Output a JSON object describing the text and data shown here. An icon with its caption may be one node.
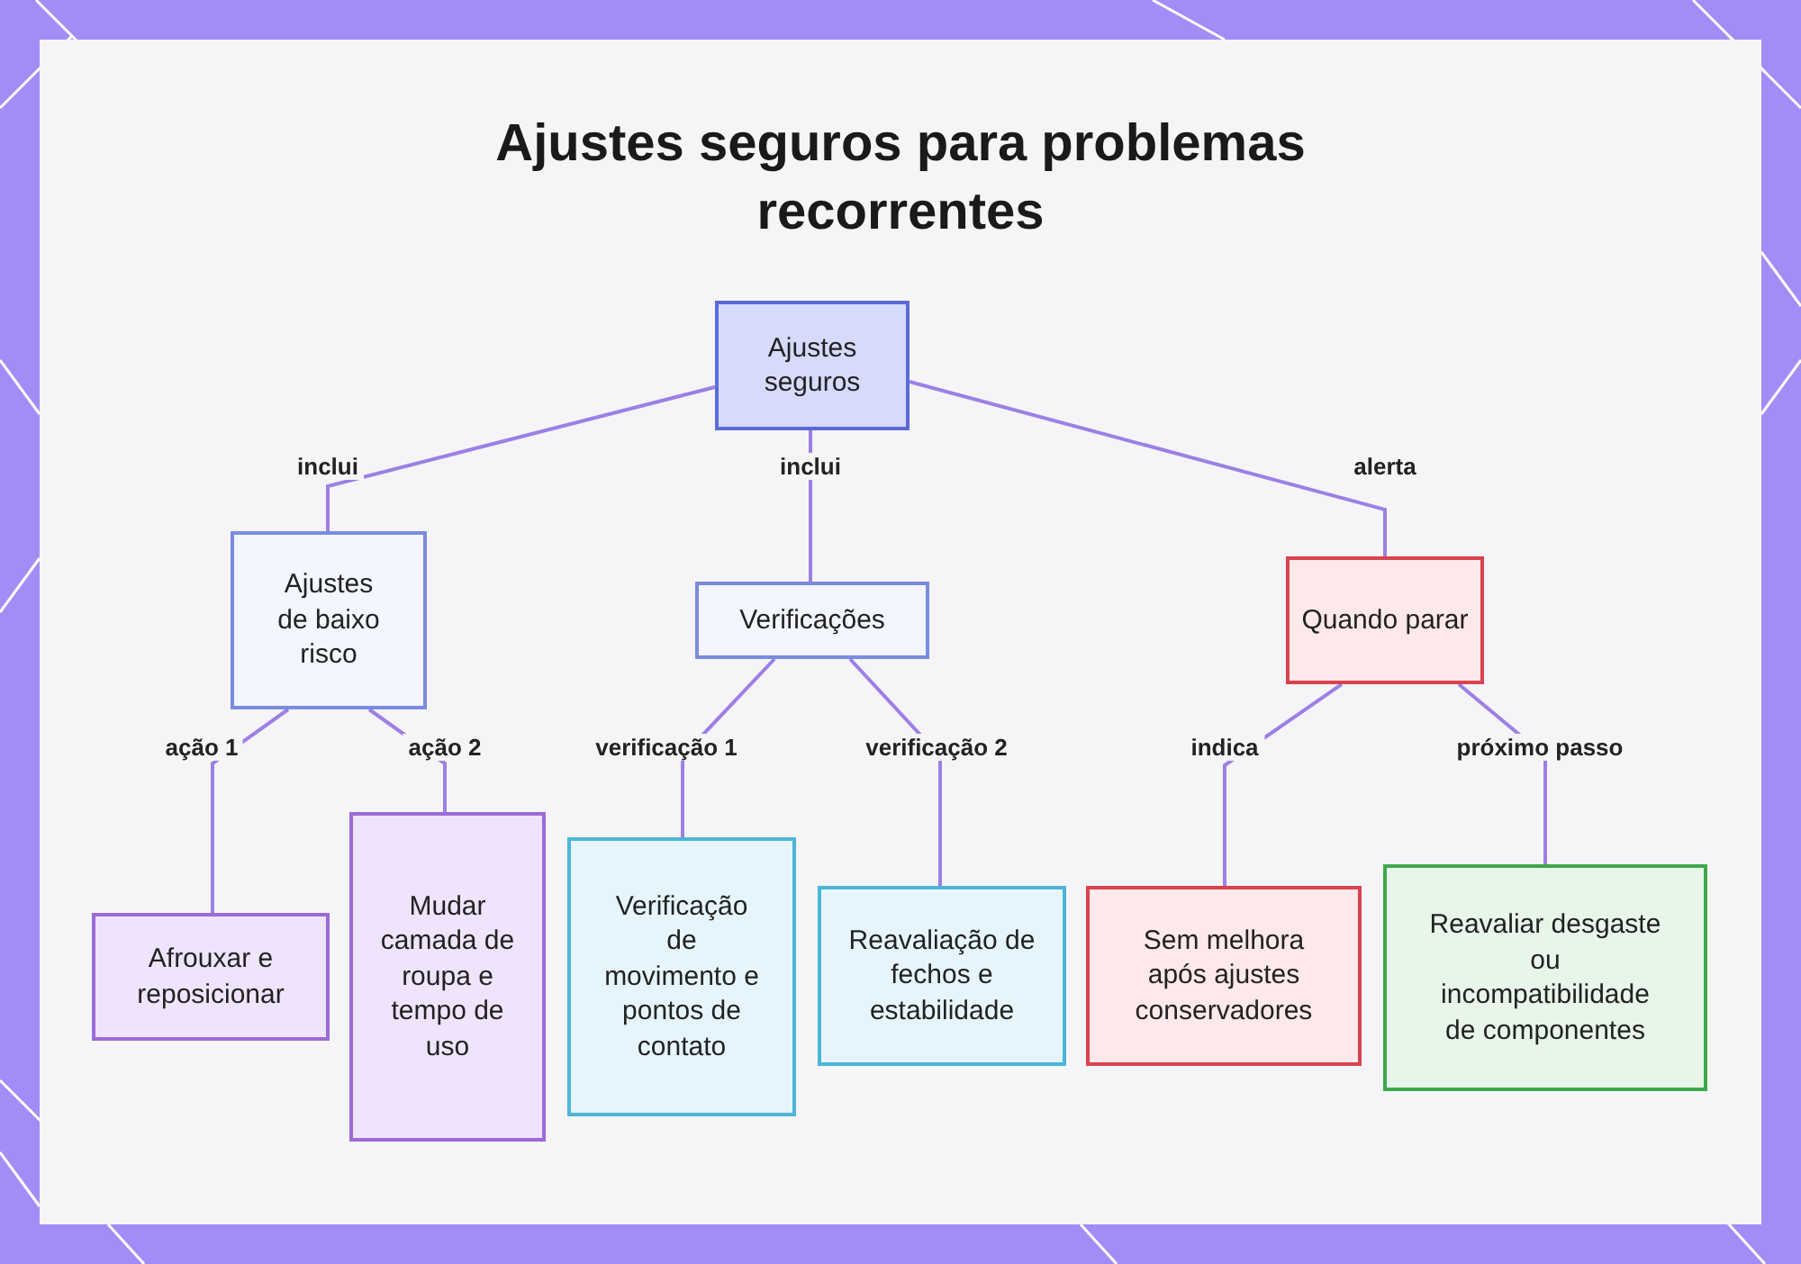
{
  "diagram": {
    "title": "Ajustes seguros para problemas recorrentes",
    "nodes": [
      {
        "text": [
          "Ajustes seguros"
        ]
      },
      {
        "text": [
          "Ajustes de baixo risco"
        ]
      },
      {
        "text": [
          "Verificações"
        ]
      },
      {
        "text": [
          "Quando parar"
        ]
      },
      {
        "text": [
          "Afrouxar e reposicionar"
        ]
      },
      {
        "text": [
          "Mudar camada de roupa e tempo de uso"
        ]
      },
      {
        "text": [
          "Verificação de movimento e pontos de contato"
        ]
      },
      {
        "text": [
          "Reavaliação de fechos e estabilidade"
        ]
      },
      {
        "text": [
          "Sem melhora após ajustes conservadores"
        ]
      },
      {
        "text": [
          "Reavaliar desgaste ou incompatibilidade de componentes"
        ]
      }
    ],
    "edges": [
      {
        "from": 0,
        "to": 1,
        "arrow": "none",
        "label": "inclui"
      },
      {
        "from": 0,
        "to": 2,
        "arrow": "none",
        "label": "inclui"
      },
      {
        "from": 0,
        "to": 3,
        "arrow": "none",
        "label": "alerta"
      },
      {
        "from": 1,
        "to": 4,
        "arrow": "none",
        "label": "ação 1"
      },
      {
        "from": 1,
        "to": 5,
        "arrow": "none",
        "label": "ação 2"
      },
      {
        "from": 2,
        "to": 6,
        "arrow": "none",
        "label": "verificação 1"
      },
      {
        "from": 2,
        "to": 7,
        "arrow": "none",
        "label": "verificação 2"
      },
      {
        "from": 3,
        "to": 8,
        "arrow": "none",
        "label": "indica"
      },
      {
        "from": 3,
        "to": 9,
        "arrow": "none",
        "label": "próximo passo"
      }
    ]
  }
}
